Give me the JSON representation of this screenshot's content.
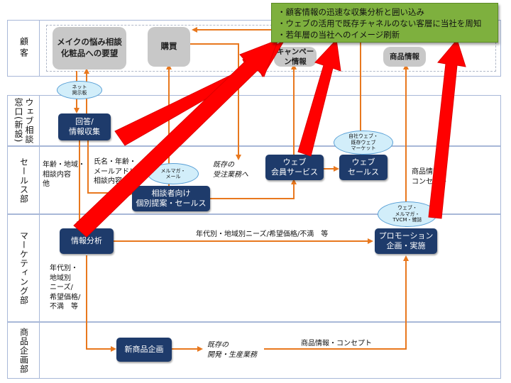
{
  "lanes": {
    "customer": "顧客",
    "web_window": "ウェブ相談窓口(新設)",
    "sales": "セールス部",
    "marketing": "マーケティング部",
    "product_planning": "商品企画部"
  },
  "customer_boxes": {
    "makeup_request": "メイクの悩み相談\n化粧品への要望",
    "purchase": "購買",
    "campaign_info": "キャンペーン情報",
    "product_info": "商品情報"
  },
  "nodes": {
    "answer_collect": "回答/\n情報収集",
    "web_member": "ウェブ\n会員サービス",
    "web_sales": "ウェブ\nセールス",
    "consult_sales": "相談者向け\n個別提案・セールス",
    "analysis": "情報分析",
    "promotion": "プロモーション\n企画・実施",
    "new_product": "新商品企画"
  },
  "ovals": {
    "net_board": "ネット\n掲示板",
    "mailmag": "メルマガ・\nメール",
    "own_web": "自社ウェブ・\n既存ウェブ\nマーケット",
    "media": "ウェブ・\nメルマガ・\nTVCM・雑誌"
  },
  "labels": {
    "age_region": "年齢・地域・\n相談内容\n他",
    "name_age": "氏名・年齢・\nメールアドレス\n相談内容",
    "existing_order": "既存の\n受注業務へ",
    "product_concept_right": "商品情報・\nコンセプト",
    "needs_line": "年代別・地域別ニーズ/希望価格/不満　等",
    "needs_left": "年代別・\n地域別\nニーズ/\n希望価格/\n不満　等",
    "existing_dev": "既存の\n開発・生産業務",
    "product_concept_bottom": "商品情報・コンセプト"
  },
  "goals": [
    "・顧客情報の迅速な収集分析と囲い込み",
    "・ウェブの活用で既存チャネルのない客層に当社を周知",
    "・若年層の当社へのイメージ刷新"
  ],
  "colors": {
    "flow_arrow": "#e8781e",
    "highlight_arrow": "#ff0000",
    "node_fill": "#1e3b6b",
    "goal_fill": "#7eb03e"
  }
}
